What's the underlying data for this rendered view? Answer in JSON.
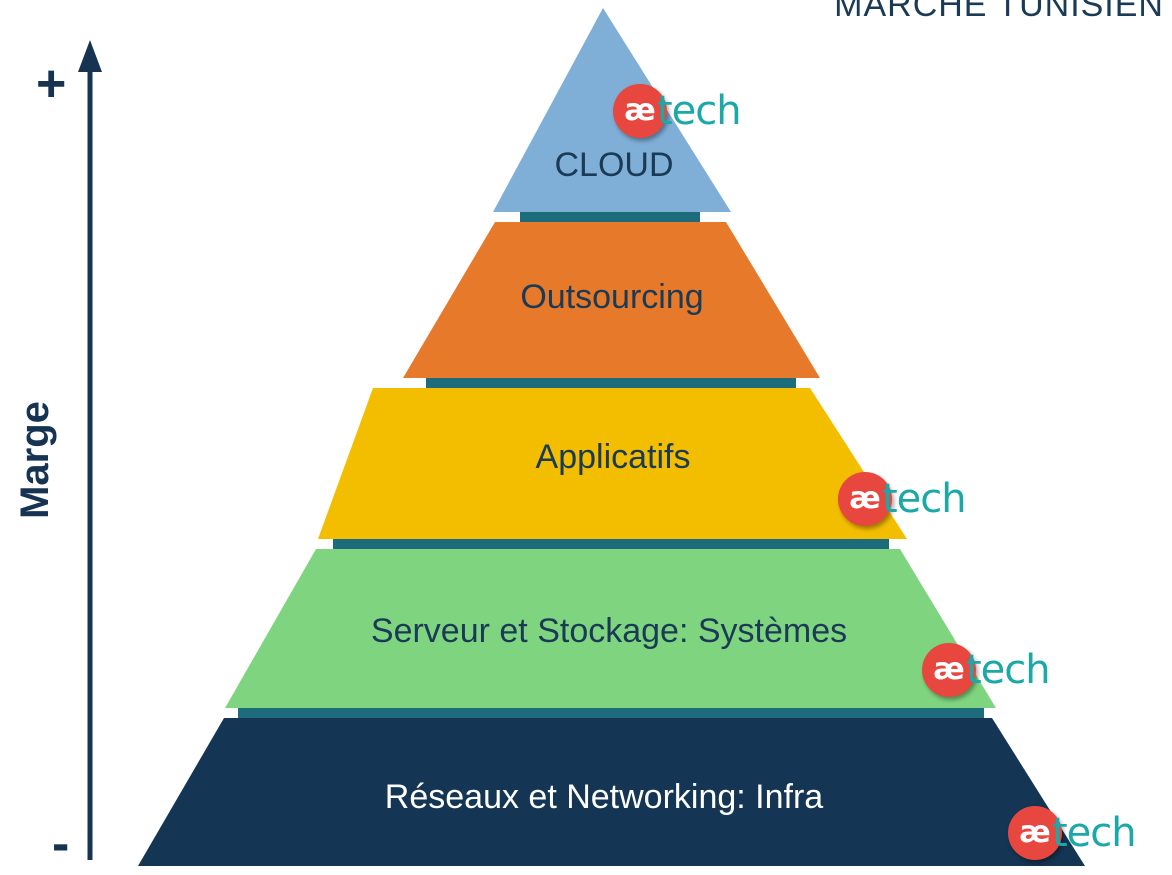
{
  "title": "MARCHÉ TUNISIEN",
  "axis": {
    "label": "Marge",
    "top_symbol": "+",
    "bottom_symbol": "-",
    "color": "#163451"
  },
  "levels": [
    {
      "label": "CLOUD",
      "color": "#7fafd7",
      "text_color": "#1b3a56"
    },
    {
      "label": "Outsourcing",
      "color": "#e6792a",
      "text_color": "#1b3a56"
    },
    {
      "label": "Applicatifs",
      "color": "#f4be00",
      "text_color": "#1b3a56"
    },
    {
      "label": "Serveur et Stockage: Systèmes",
      "color": "#7fd57f",
      "text_color": "#1b3a56"
    },
    {
      "label": "Réseaux et Networking: Infra",
      "color": "#143553",
      "text_color": "#ffffff"
    }
  ],
  "logo": {
    "glyph": "æ",
    "word": "tech",
    "circle_color": "#e8473f",
    "word_color": "#1aa8a8"
  }
}
